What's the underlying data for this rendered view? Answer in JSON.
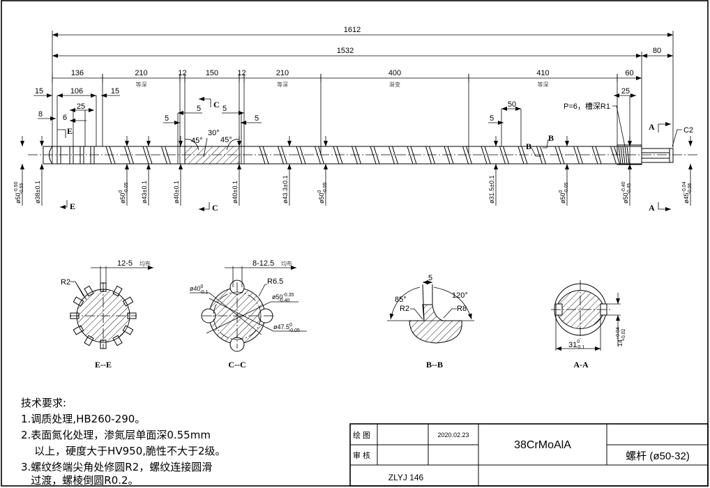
{
  "drawing": {
    "overall": {
      "total_length": "1612",
      "screw_length": "1532",
      "shaft_length": "80"
    },
    "segments": [
      {
        "len": "136",
        "note": ""
      },
      {
        "len": "210",
        "note": "等深"
      },
      {
        "len": "12",
        "note": ""
      },
      {
        "len": "150",
        "note": ""
      },
      {
        "len": "12",
        "note": ""
      },
      {
        "len": "210",
        "note": "等深"
      },
      {
        "len": "400",
        "note": "渐变"
      },
      {
        "len": "410",
        "note": "等深"
      },
      {
        "len": "60",
        "note": ""
      }
    ],
    "small_dims": {
      "d15a": "15",
      "d106": "106",
      "d15b": "15",
      "d25a": "25",
      "d6": "6",
      "d8": "8",
      "d5a": "5",
      "d5b": "5",
      "d5c": "5",
      "d5d": "5",
      "d5e": "5",
      "d50": "50",
      "d25b": "25"
    },
    "angles": {
      "a45l": "45°",
      "a30": "30°",
      "a45r": "45°"
    },
    "groove_note": "P=6，槽深R1",
    "chamfer": "C2",
    "section_marks": {
      "E": "E",
      "C": "C",
      "B": "B",
      "A": "A"
    },
    "diameters": [
      {
        "main": "ø50",
        "up": "-0.50",
        "low": "-0.55"
      },
      {
        "main": "ø38±0.1",
        "up": "",
        "low": ""
      },
      {
        "main": "ø50",
        "up": "0",
        "low": "-0.05"
      },
      {
        "main": "ø43±0.1",
        "up": "",
        "low": ""
      },
      {
        "main": "ø40±0.1",
        "up": "",
        "low": ""
      },
      {
        "main": "ø40±0.1",
        "up": "",
        "low": ""
      },
      {
        "main": "ø43.3±0.1",
        "up": "",
        "low": ""
      },
      {
        "main": "ø50",
        "up": "0",
        "low": "-0.05"
      },
      {
        "main": "ø31.5±0.1",
        "up": "",
        "low": ""
      },
      {
        "main": "ø50",
        "up": "0",
        "low": "-0.05"
      },
      {
        "main": "ø50",
        "up": "-0.40",
        "low": "-0.45"
      },
      {
        "main": "ø45",
        "up": "-0.04",
        "low": "-0.06"
      }
    ]
  },
  "sections": {
    "ee": {
      "title": "E--E",
      "slot": "12-5",
      "slot_note": "均布",
      "radius": "R2"
    },
    "cc": {
      "title": "C--C",
      "slot": "8-12.5",
      "slot_note": "均布",
      "radius": "R6.5",
      "d40": "ø40",
      "d40_up": "0",
      "d40_low": "-0.1",
      "d50": "ø50",
      "d50_up": "-0.35",
      "d50_low": "-0.40",
      "d475": "ø47.5",
      "d475_up": "0",
      "d475_low": "-0.05"
    },
    "bb": {
      "title": "B--B",
      "width": "5",
      "angle_l": "85°",
      "angle_r": "120°",
      "r_l": "R2",
      "r_r": "R8"
    },
    "aa": {
      "title": "A-A",
      "width": "31",
      "width_up": "0",
      "width_low": "-0.1",
      "height": "14",
      "height_up": "+0.04",
      "height_low": "+0.02"
    }
  },
  "requirements": {
    "title": "技术要求:",
    "items": [
      "1.调质处理,HB260-290。",
      "2.表面氮化处理，渗氮层单面深0.55mm",
      "    以上，硬度大于HV950,脆性不大于2级。",
      "3.螺纹终端尖角处修圆R2，螺纹连接圆滑",
      "   过渡，螺棱倒圆R0.2。"
    ]
  },
  "title_block": {
    "drawn_label": "绘 图",
    "date": "2020.02.23",
    "material": "38CrMoAlA",
    "review_label": "审 核",
    "part_name": "螺杆 (ø50-32)",
    "code": "ZLYJ 146"
  }
}
